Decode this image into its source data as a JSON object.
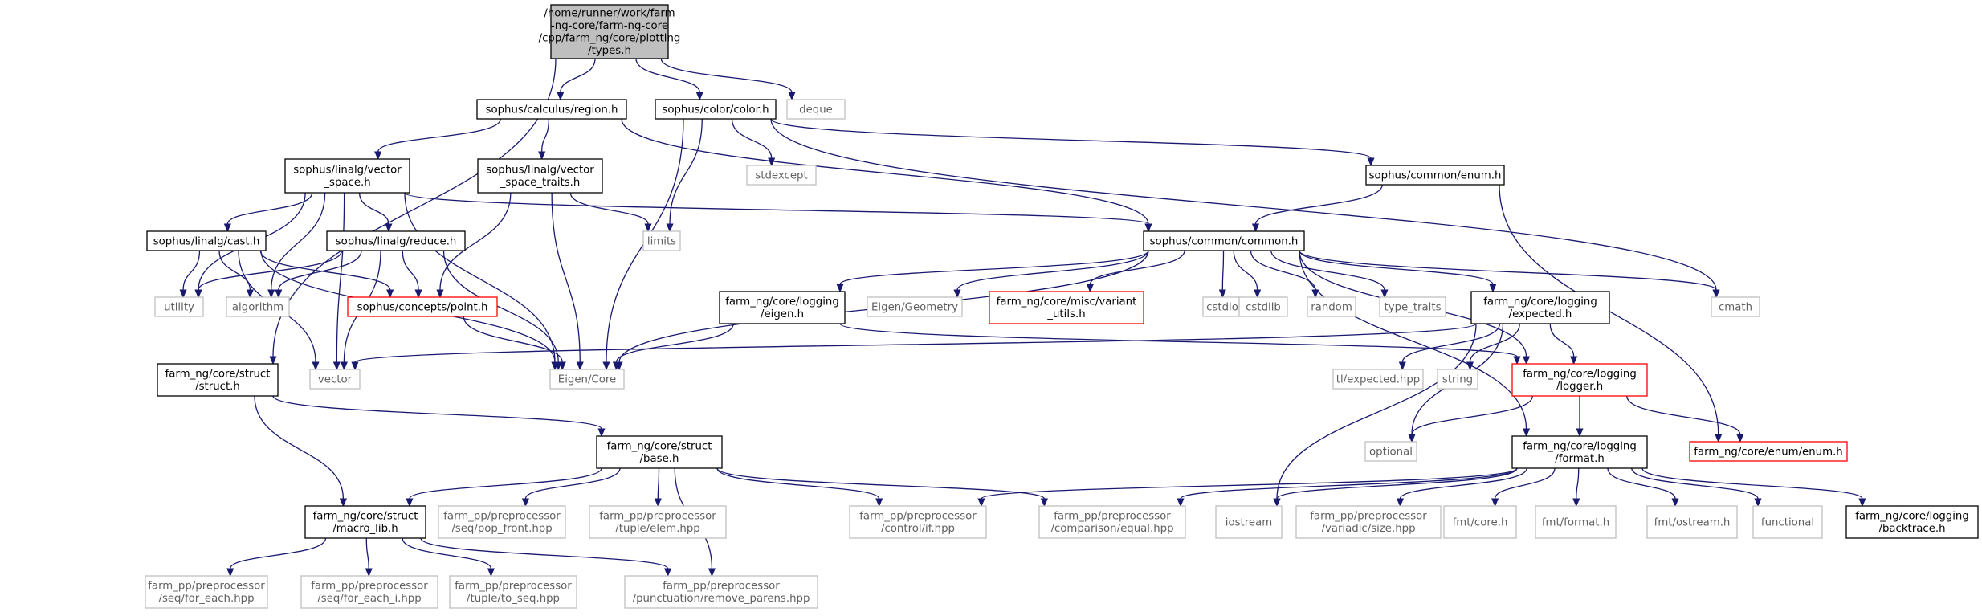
{
  "nodes": [
    {
      "id": "root",
      "kind": "root",
      "lines": [
        "/home/runner/work/farm",
        "-ng-core/farm-ng-core",
        "/cpp/farm_ng/core/plotting",
        "/types.h"
      ]
    },
    {
      "id": "region",
      "kind": "doc",
      "lines": [
        "sophus/calculus/region.h"
      ]
    },
    {
      "id": "color",
      "kind": "doc",
      "lines": [
        "sophus/color/color.h"
      ]
    },
    {
      "id": "deque",
      "kind": "sys",
      "lines": [
        "deque"
      ]
    },
    {
      "id": "vector_space",
      "kind": "doc",
      "lines": [
        "sophus/linalg/vector",
        "_space.h"
      ]
    },
    {
      "id": "vs_traits",
      "kind": "doc",
      "lines": [
        "sophus/linalg/vector",
        "_space_traits.h"
      ]
    },
    {
      "id": "stdexcept",
      "kind": "sys",
      "lines": [
        "stdexcept"
      ]
    },
    {
      "id": "enum_h",
      "kind": "doc",
      "lines": [
        "sophus/common/enum.h"
      ]
    },
    {
      "id": "cast",
      "kind": "doc",
      "lines": [
        "sophus/linalg/cast.h"
      ]
    },
    {
      "id": "reduce",
      "kind": "doc",
      "lines": [
        "sophus/linalg/reduce.h"
      ]
    },
    {
      "id": "limits",
      "kind": "sys",
      "lines": [
        "limits"
      ]
    },
    {
      "id": "common",
      "kind": "doc",
      "lines": [
        "sophus/common/common.h"
      ]
    },
    {
      "id": "utility",
      "kind": "sys",
      "lines": [
        "utility"
      ]
    },
    {
      "id": "algorithm",
      "kind": "sys",
      "lines": [
        "algorithm"
      ]
    },
    {
      "id": "point",
      "kind": "red",
      "lines": [
        "sophus/concepts/point.h"
      ]
    },
    {
      "id": "log_eigen",
      "kind": "doc",
      "lines": [
        "farm_ng/core/logging",
        "/eigen.h"
      ]
    },
    {
      "id": "eigen_geo",
      "kind": "sys",
      "lines": [
        "Eigen/Geometry"
      ]
    },
    {
      "id": "variant",
      "kind": "red",
      "lines": [
        "farm_ng/core/misc/variant",
        "_utils.h"
      ]
    },
    {
      "id": "cstdio",
      "kind": "sys",
      "lines": [
        "cstdio"
      ]
    },
    {
      "id": "cstdlib",
      "kind": "sys",
      "lines": [
        "cstdlib"
      ]
    },
    {
      "id": "random",
      "kind": "sys",
      "lines": [
        "random"
      ]
    },
    {
      "id": "type_traits",
      "kind": "sys",
      "lines": [
        "type_traits"
      ]
    },
    {
      "id": "expected",
      "kind": "doc",
      "lines": [
        "farm_ng/core/logging",
        "/expected.h"
      ]
    },
    {
      "id": "cmath",
      "kind": "sys",
      "lines": [
        "cmath"
      ]
    },
    {
      "id": "struct_h",
      "kind": "doc",
      "lines": [
        "farm_ng/core/struct",
        "/struct.h"
      ]
    },
    {
      "id": "vector",
      "kind": "sys",
      "lines": [
        "vector"
      ]
    },
    {
      "id": "eigen_core",
      "kind": "sys",
      "lines": [
        "Eigen/Core"
      ]
    },
    {
      "id": "tl_expected",
      "kind": "sys",
      "lines": [
        "tl/expected.hpp"
      ]
    },
    {
      "id": "string",
      "kind": "sys",
      "lines": [
        "string"
      ]
    },
    {
      "id": "logger",
      "kind": "red",
      "lines": [
        "farm_ng/core/logging",
        "/logger.h"
      ]
    },
    {
      "id": "base",
      "kind": "doc",
      "lines": [
        "farm_ng/core/struct",
        "/base.h"
      ]
    },
    {
      "id": "optional",
      "kind": "sys",
      "lines": [
        "optional"
      ]
    },
    {
      "id": "format",
      "kind": "doc",
      "lines": [
        "farm_ng/core/logging",
        "/format.h"
      ]
    },
    {
      "id": "enum_enum",
      "kind": "red",
      "lines": [
        "farm_ng/core/enum/enum.h"
      ]
    },
    {
      "id": "macro_lib",
      "kind": "doc",
      "lines": [
        "farm_ng/core/struct",
        "/macro_lib.h"
      ]
    },
    {
      "id": "pop_front",
      "kind": "sys",
      "lines": [
        "farm_pp/preprocessor",
        "/seq/pop_front.hpp"
      ]
    },
    {
      "id": "tuple_elem",
      "kind": "sys",
      "lines": [
        "farm_pp/preprocessor",
        "/tuple/elem.hpp"
      ]
    },
    {
      "id": "control_if",
      "kind": "sys",
      "lines": [
        "farm_pp/preprocessor",
        "/control/if.hpp"
      ]
    },
    {
      "id": "comp_equal",
      "kind": "sys",
      "lines": [
        "farm_pp/preprocessor",
        "/comparison/equal.hpp"
      ]
    },
    {
      "id": "iostream",
      "kind": "sys",
      "lines": [
        "iostream"
      ]
    },
    {
      "id": "var_size",
      "kind": "sys",
      "lines": [
        "farm_pp/preprocessor",
        "/variadic/size.hpp"
      ]
    },
    {
      "id": "fmt_core",
      "kind": "sys",
      "lines": [
        "fmt/core.h"
      ]
    },
    {
      "id": "fmt_format",
      "kind": "sys",
      "lines": [
        "fmt/format.h"
      ]
    },
    {
      "id": "fmt_ostream",
      "kind": "sys",
      "lines": [
        "fmt/ostream.h"
      ]
    },
    {
      "id": "functional",
      "kind": "sys",
      "lines": [
        "functional"
      ]
    },
    {
      "id": "backtrace",
      "kind": "doc",
      "lines": [
        "farm_ng/core/logging",
        "/backtrace.h"
      ]
    },
    {
      "id": "for_each",
      "kind": "sys",
      "lines": [
        "farm_pp/preprocessor",
        "/seq/for_each.hpp"
      ]
    },
    {
      "id": "for_each_i",
      "kind": "sys",
      "lines": [
        "farm_pp/preprocessor",
        "/seq/for_each_i.hpp"
      ]
    },
    {
      "id": "to_seq",
      "kind": "sys",
      "lines": [
        "farm_pp/preprocessor",
        "/tuple/to_seq.hpp"
      ]
    },
    {
      "id": "remove_parens",
      "kind": "sys",
      "lines": [
        "farm_pp/preprocessor",
        "/punctuation/remove_parens.hpp"
      ]
    }
  ],
  "edges": [
    [
      "root",
      "region"
    ],
    [
      "root",
      "color"
    ],
    [
      "root",
      "deque"
    ],
    [
      "root",
      "struct_h"
    ],
    [
      "region",
      "vector_space"
    ],
    [
      "region",
      "vs_traits"
    ],
    [
      "region",
      "common"
    ],
    [
      "color",
      "stdexcept"
    ],
    [
      "color",
      "enum_h"
    ],
    [
      "color",
      "limits"
    ],
    [
      "color",
      "eigen_core"
    ],
    [
      "color",
      "cmath"
    ],
    [
      "vector_space",
      "cast"
    ],
    [
      "vector_space",
      "reduce"
    ],
    [
      "vector_space",
      "utility"
    ],
    [
      "vector_space",
      "algorithm"
    ],
    [
      "vector_space",
      "common"
    ],
    [
      "vector_space",
      "eigen_core"
    ],
    [
      "vector_space",
      "vector"
    ],
    [
      "vs_traits",
      "limits"
    ],
    [
      "vs_traits",
      "point"
    ],
    [
      "vs_traits",
      "eigen_core"
    ],
    [
      "enum_h",
      "common"
    ],
    [
      "enum_h",
      "enum_enum"
    ],
    [
      "cast",
      "utility"
    ],
    [
      "cast",
      "algorithm"
    ],
    [
      "cast",
      "point"
    ],
    [
      "cast",
      "vector"
    ],
    [
      "cast",
      "eigen_core"
    ],
    [
      "reduce",
      "point"
    ],
    [
      "reduce",
      "utility"
    ],
    [
      "reduce",
      "algorithm"
    ],
    [
      "reduce",
      "vector"
    ],
    [
      "reduce",
      "eigen_core"
    ],
    [
      "point",
      "eigen_core"
    ],
    [
      "common",
      "log_eigen"
    ],
    [
      "common",
      "eigen_geo"
    ],
    [
      "common",
      "variant"
    ],
    [
      "common",
      "cstdio"
    ],
    [
      "common",
      "cstdlib"
    ],
    [
      "common",
      "random"
    ],
    [
      "common",
      "type_traits"
    ],
    [
      "common",
      "expected"
    ],
    [
      "common",
      "cmath"
    ],
    [
      "common",
      "logger"
    ],
    [
      "common",
      "format"
    ],
    [
      "common",
      "eigen_core"
    ],
    [
      "log_eigen",
      "eigen_core"
    ],
    [
      "log_eigen",
      "logger"
    ],
    [
      "expected",
      "tl_expected"
    ],
    [
      "expected",
      "string"
    ],
    [
      "expected",
      "logger"
    ],
    [
      "expected",
      "optional"
    ],
    [
      "expected",
      "iostream"
    ],
    [
      "expected",
      "vector"
    ],
    [
      "logger",
      "format"
    ],
    [
      "logger",
      "optional"
    ],
    [
      "logger",
      "enum_enum"
    ],
    [
      "struct_h",
      "base"
    ],
    [
      "struct_h",
      "macro_lib"
    ],
    [
      "base",
      "macro_lib"
    ],
    [
      "base",
      "pop_front"
    ],
    [
      "base",
      "tuple_elem"
    ],
    [
      "base",
      "control_if"
    ],
    [
      "base",
      "comp_equal"
    ],
    [
      "base",
      "remove_parens"
    ],
    [
      "format",
      "control_if"
    ],
    [
      "format",
      "comp_equal"
    ],
    [
      "format",
      "iostream"
    ],
    [
      "format",
      "var_size"
    ],
    [
      "format",
      "fmt_core"
    ],
    [
      "format",
      "fmt_format"
    ],
    [
      "format",
      "fmt_ostream"
    ],
    [
      "format",
      "functional"
    ],
    [
      "format",
      "backtrace"
    ],
    [
      "macro_lib",
      "for_each"
    ],
    [
      "macro_lib",
      "for_each_i"
    ],
    [
      "macro_lib",
      "to_seq"
    ],
    [
      "macro_lib",
      "remove_parens"
    ]
  ],
  "colors": {
    "edge": "#191970",
    "root_fill": "#bfbfbf",
    "highlight_border": "#ff0000",
    "system_border": "#bfbfbf",
    "system_text": "#606060"
  }
}
